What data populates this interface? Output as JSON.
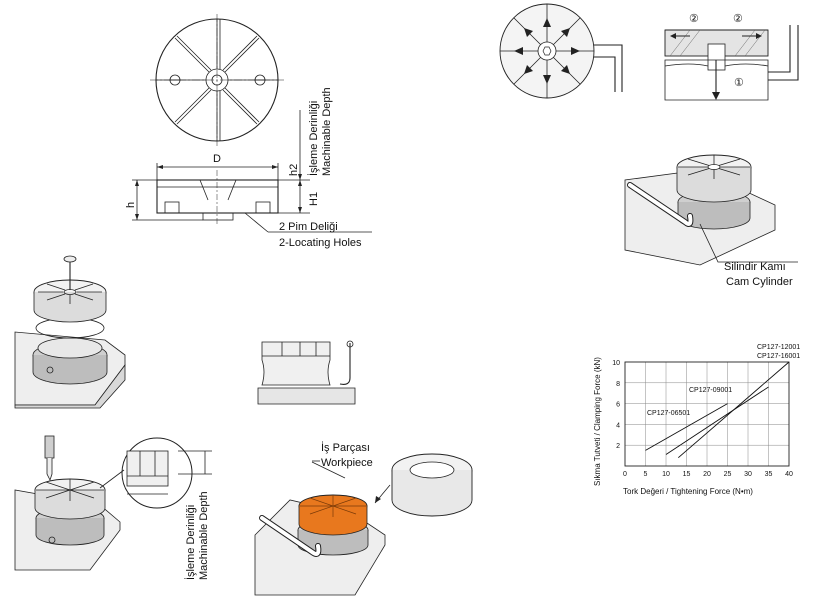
{
  "drawing": {
    "dim_d": "D",
    "dim_h": "h",
    "dim_h1": "H1",
    "dim_h2": "h2",
    "depth_tr": "İşleme Derinliği",
    "depth_en": "Machinable Depth",
    "pin_tr": "2 Pim Deliği",
    "pin_en": "2-Locating Holes"
  },
  "cam_cylinder": {
    "tr": "Silindir Kamı",
    "en": "Cam Cylinder"
  },
  "workpiece": {
    "tr": "İş Parçası",
    "en": "Workpiece",
    "color": "#e8781e"
  },
  "section_view": {
    "marker_1": "①",
    "marker_2a": "②",
    "marker_2b": "②"
  },
  "depth_detail": {
    "tr": "İşleme Derinliği",
    "en": "Machinable Depth"
  },
  "chart_data": {
    "type": "line",
    "xlabel": "Tork Değeri / Tightening Force (N•m)",
    "ylabel": "Sıkma Tutveti / Clamping Force (kN)",
    "xlim": [
      0,
      40
    ],
    "ylim": [
      0,
      10
    ],
    "xticks": [
      0,
      5,
      10,
      15,
      20,
      25,
      30,
      35,
      40
    ],
    "yticks": [
      2,
      4,
      6,
      8,
      10
    ],
    "grid": true,
    "series": [
      {
        "name": "CP127-06501",
        "x": [
          5,
          25
        ],
        "y": [
          1.5,
          6.0
        ]
      },
      {
        "name": "CP127-09001",
        "x": [
          10,
          35
        ],
        "y": [
          1.1,
          7.6
        ]
      },
      {
        "name": "CP127-12001 CP127-16001",
        "x": [
          13,
          40
        ],
        "y": [
          0.8,
          10.0
        ]
      }
    ],
    "labels": {
      "series_a": "CP127-06501",
      "series_b": "CP127-09001",
      "series_c1": "CP127-12001",
      "series_c2": "CP127-16001"
    }
  }
}
